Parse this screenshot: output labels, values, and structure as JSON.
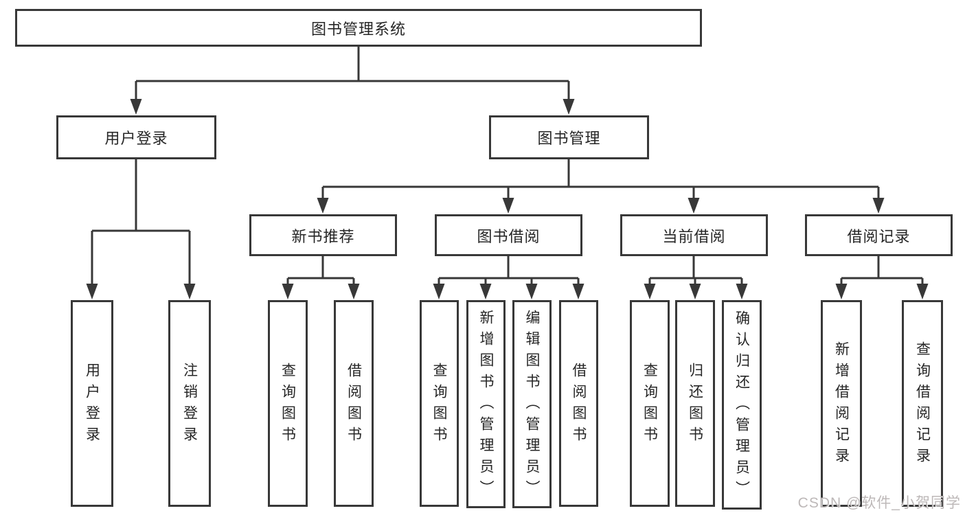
{
  "diagram": {
    "root": {
      "label": "图书管理系统"
    },
    "level2": [
      {
        "label": "用户登录"
      },
      {
        "label": "图书管理"
      }
    ],
    "level3": [
      {
        "label": "新书推荐"
      },
      {
        "label": "图书借阅"
      },
      {
        "label": "当前借阅"
      },
      {
        "label": "借阅记录"
      }
    ],
    "leaves": [
      {
        "label": "用户登录"
      },
      {
        "label": "注销登录"
      },
      {
        "label": "查询图书"
      },
      {
        "label": "借阅图书"
      },
      {
        "label": "查询图书"
      },
      {
        "label": "新增图书（管理员）"
      },
      {
        "label": "编辑图书（管理员）"
      },
      {
        "label": "借阅图书"
      },
      {
        "label": "查询图书"
      },
      {
        "label": "归还图书"
      },
      {
        "label": "确认归还（管理员）"
      },
      {
        "label": "新增借阅记录"
      },
      {
        "label": "查询借阅记录"
      }
    ]
  },
  "watermark": {
    "text": "CSDN @软件_小贺同学"
  },
  "colors": {
    "line": "#383838",
    "text": "#262626",
    "watermark": "#b6b0b0",
    "background": "#ffffff"
  }
}
